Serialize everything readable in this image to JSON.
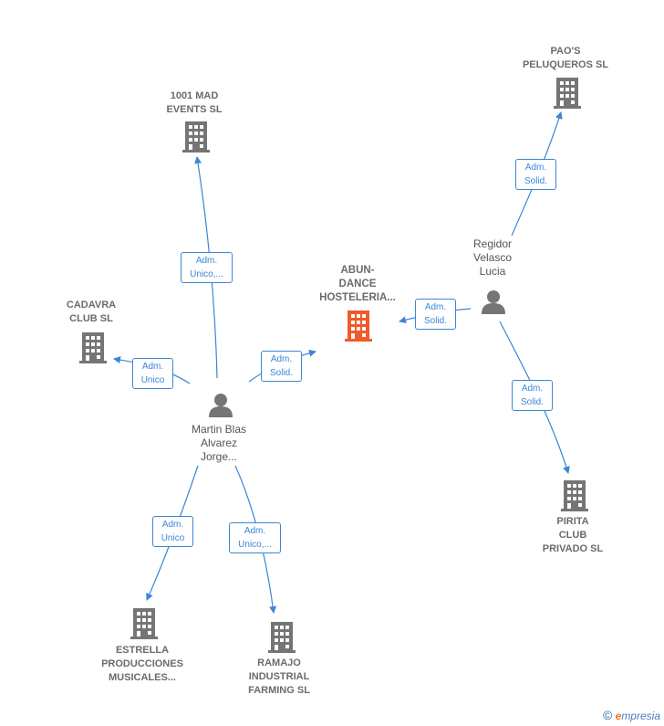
{
  "companies": {
    "focus": {
      "label": "ABUN-\nDANCE\nHOSTELERIA...",
      "color": "#f05a2a"
    },
    "mad_events": {
      "label": "1001 MAD\nEVENTS  SL"
    },
    "paos": {
      "label": "PAO'S\nPELUQUEROS SL"
    },
    "cadavra": {
      "label": "CADAVRA\nCLUB  SL"
    },
    "pirita": {
      "label": "PIRITA\nCLUB\nPRIVADO  SL"
    },
    "estrella": {
      "label": "ESTRELLA\nPRODUCCIONES\nMUSICALES..."
    },
    "ramajo": {
      "label": "RAMAJO\nINDUSTRIAL\nFARMING  SL"
    }
  },
  "persons": {
    "martin": {
      "label": "Martin Blas\nAlvarez\nJorge..."
    },
    "regidor": {
      "label": "Regidor\nVelasco\nLucia"
    }
  },
  "relations": {
    "martin_mad": "Adm.\nUnico,...",
    "martin_cadavra": "Adm.\nUnico",
    "martin_focus": "Adm.\nSolid.",
    "martin_estrella": "Adm.\nUnico",
    "martin_ramajo": "Adm.\nUnico,...",
    "regidor_focus": "Adm.\nSolid.",
    "regidor_paos": "Adm.\nSolid.",
    "regidor_pirita": "Adm.\nSolid."
  },
  "colors": {
    "edge": "#3b86d6",
    "building": "#757575",
    "person": "#757575",
    "focus": "#f05a2a"
  },
  "footer": {
    "copyright": "©",
    "brand_initial": "e",
    "brand_rest": "mpresia"
  }
}
